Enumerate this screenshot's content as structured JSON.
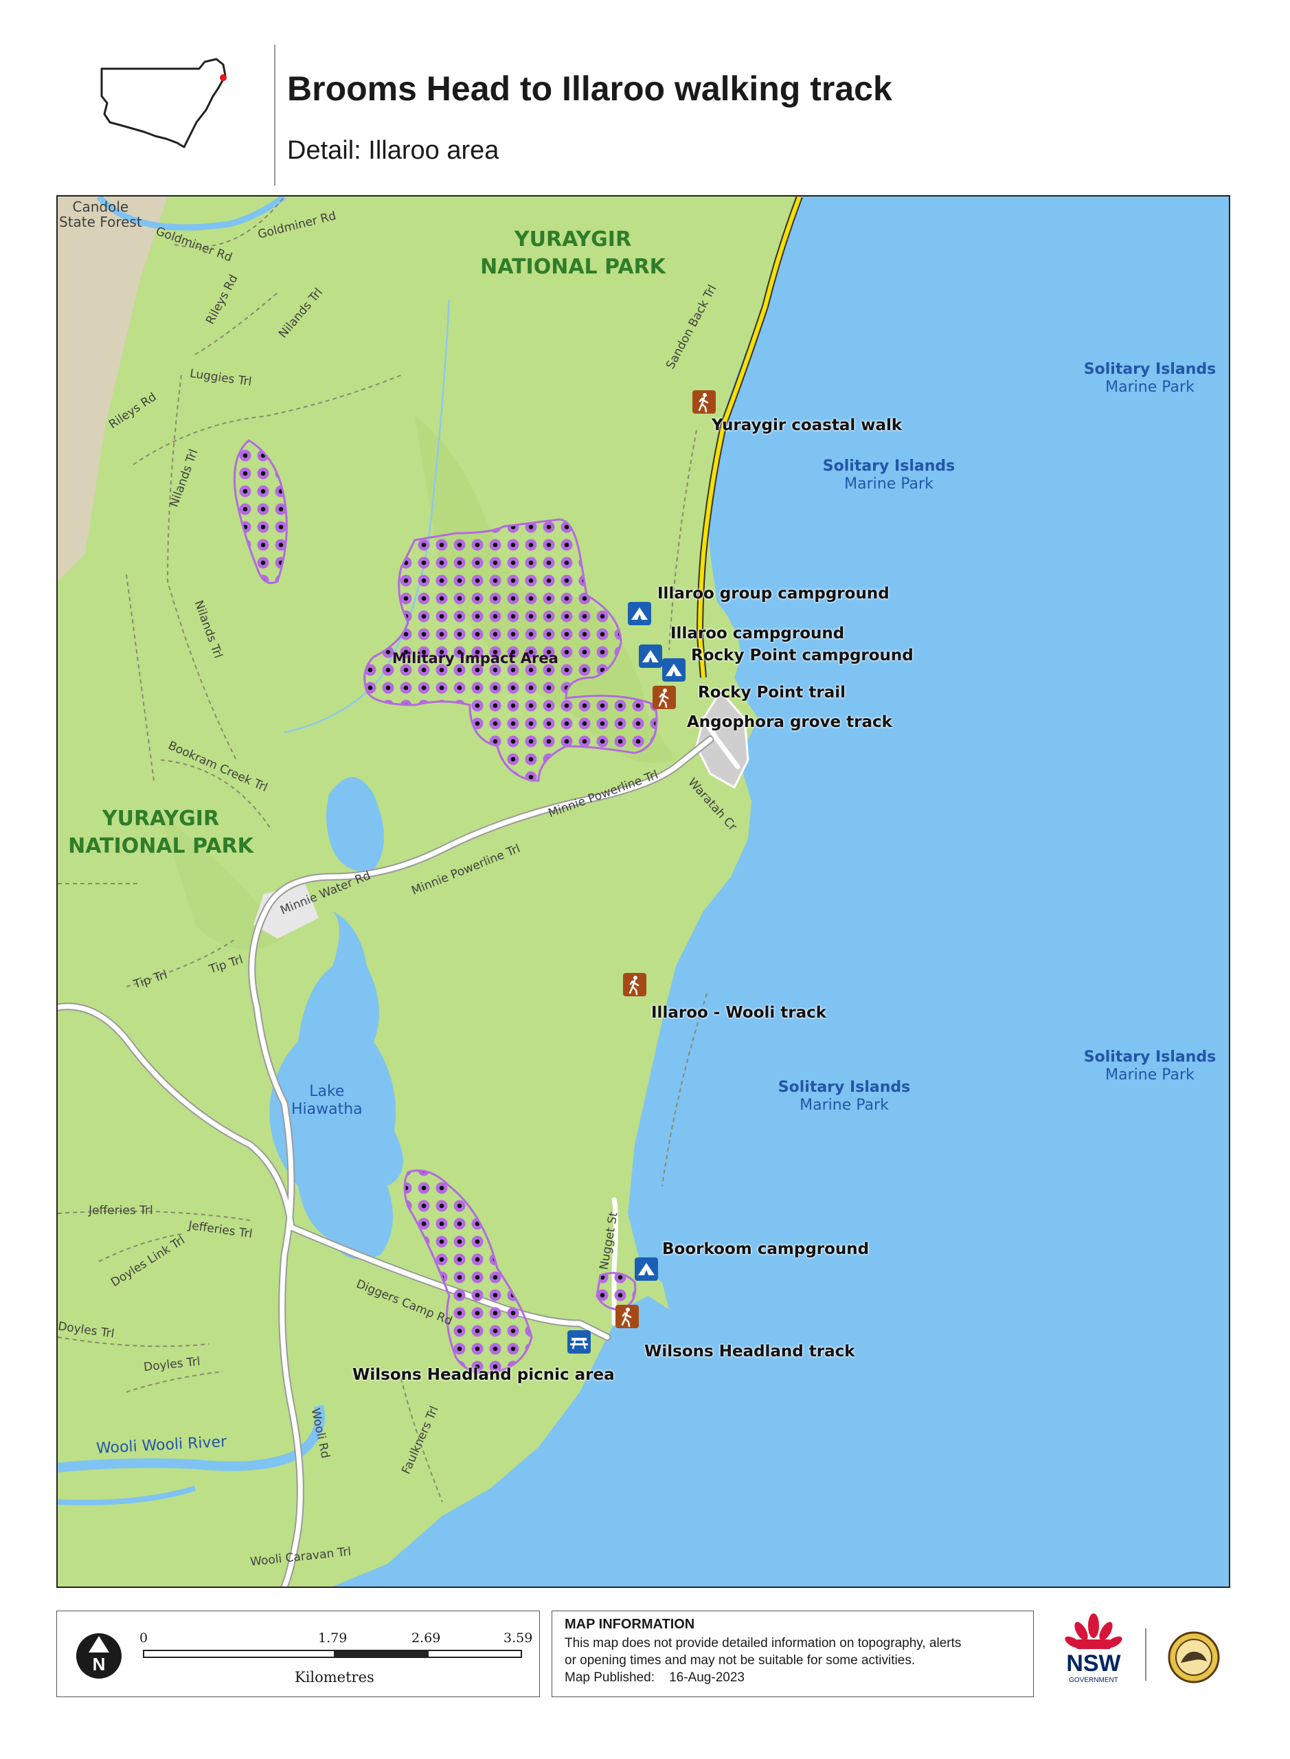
{
  "header": {
    "title": "Brooms Head to Illaroo walking track",
    "subtitle": "Detail: Illaroo area"
  },
  "map": {
    "colors": {
      "land": "#bddf87",
      "sea": "#7ec3f2",
      "lake": "#7ec3f2",
      "state_forest": "#d9d2b8",
      "road": "#ffffff",
      "coast_road": "#f7e000",
      "military_zone": "#b36ae0",
      "camp_icon": "#1a5fb4",
      "walk_icon": "#a54a17"
    },
    "park_labels": [
      {
        "id": "park-north",
        "line1": "YURAYGIR",
        "line2": "NATIONAL PARK"
      },
      {
        "id": "park-west",
        "line1": "YURAYGIR",
        "line2": "NATIONAL PARK"
      }
    ],
    "marine_labels": [
      {
        "title": "Solitary Islands",
        "sub": "Marine Park"
      },
      {
        "title": "Solitary Islands",
        "sub": "Marine Park"
      },
      {
        "title": "Solitary Islands",
        "sub": "Marine Park"
      },
      {
        "title": "Solitary Islands",
        "sub": "Marine Park"
      }
    ],
    "state_forest": {
      "line1": "Candole",
      "line2": "State Forest"
    },
    "lake": {
      "line1": "Lake",
      "line2": "Hiawatha"
    },
    "river": "Wooli Wooli River",
    "military_label": "Military Impact Area",
    "poi": [
      {
        "name": "Yuraygir coastal walk",
        "type": "walk",
        "icon": "hiker-icon"
      },
      {
        "name": "Illaroo group campground",
        "type": "camp",
        "icon": "tent-icon"
      },
      {
        "name": "Illaroo campground",
        "type": "camp",
        "icon": "tent-icon"
      },
      {
        "name": "Rocky Point campground",
        "type": "camp",
        "icon": "tent-icon"
      },
      {
        "name": "Rocky Point trail",
        "type": "walk",
        "icon": "hiker-icon"
      },
      {
        "name": "Angophora grove track",
        "type": "walk",
        "icon": "hiker-icon"
      },
      {
        "name": "Illaroo - Wooli track",
        "type": "walk",
        "icon": "hiker-icon"
      },
      {
        "name": "Boorkoom campground",
        "type": "camp",
        "icon": "tent-icon"
      },
      {
        "name": "Wilsons Headland track",
        "type": "walk",
        "icon": "hiker-icon"
      },
      {
        "name": "Wilsons Headland picnic area",
        "type": "picnic",
        "icon": "picnic-table-icon"
      }
    ],
    "roads": [
      "Goldminer Rd",
      "Goldminer Rd",
      "Rileys Rd",
      "Nilands Trl",
      "Luggies Trl",
      "Rileys Rd",
      "Nilands Trl",
      "Nilands Trl",
      "Sandon Back Trl",
      "Bookram Creek Trl",
      "Minnie Powerline Trl",
      "Minnie Powerline Trl",
      "Minnie Water Rd",
      "Waratah Cr",
      "Tip Trl",
      "Tip Trl",
      "Jefferies Trl",
      "Jefferies Trl",
      "Doyles Link Trl",
      "Doyles Trl",
      "Doyles Trl",
      "Diggers Camp Rd",
      "Nugget St",
      "Faulkners Trl",
      "Wooli Rd",
      "Wooli Caravan Trl"
    ]
  },
  "footer": {
    "scale": {
      "ticks": [
        "0",
        "1.79",
        "2.69",
        "3.59"
      ],
      "units": "Kilometres"
    },
    "info": {
      "title": "MAP INFORMATION",
      "line1": "This map does not provide detailed information on topography, alerts",
      "line2": "or opening times and may not be suitable for some activities.",
      "published_label": "Map Published:",
      "published_date": "16-Aug-2023"
    },
    "nsw_logo": {
      "text": "NSW",
      "sub": "GOVERNMENT"
    }
  }
}
